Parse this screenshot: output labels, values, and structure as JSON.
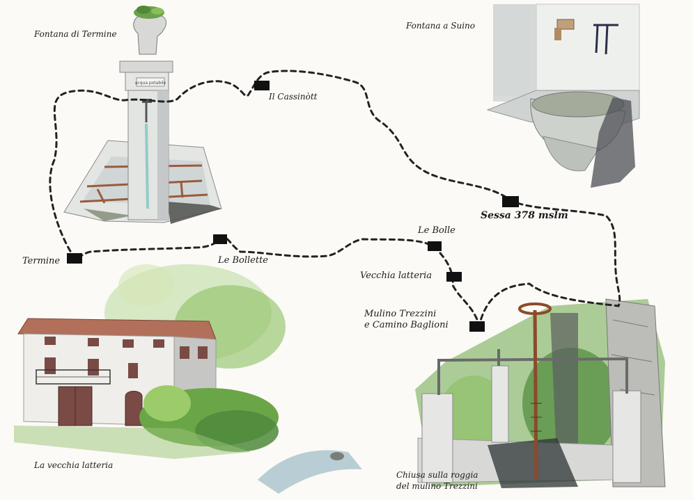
{
  "title": "",
  "vignette_captions": {
    "fontana_termine": "Fontana di Termine",
    "fontana_suino": "Fontana a Suino",
    "vecchia_latteria": "La vecchia latteria",
    "chiusa_line1": "Chiusa sulla roggia",
    "chiusa_line2": "del mulino Trezzini"
  },
  "stops": {
    "termine": "Termine",
    "le_bollette": "Le Bollette",
    "il_cassinott": "Il Cassinòtt",
    "sessa": "Sessa  378 mslm",
    "le_bolle": "Le Bolle",
    "vecchia_latteria": "Vecchia latteria",
    "mulino_line1": "Mulino Trezzini",
    "mulino_line2": "e Camino Baglioni"
  },
  "fountain_plaque": "acqua potabile",
  "colors": {
    "route": "#222222",
    "marker": "#111111",
    "foliage": "#8cc063",
    "roof": "#b2705a",
    "stone": "#d6d6d2",
    "rust": "#8c4a2a"
  }
}
